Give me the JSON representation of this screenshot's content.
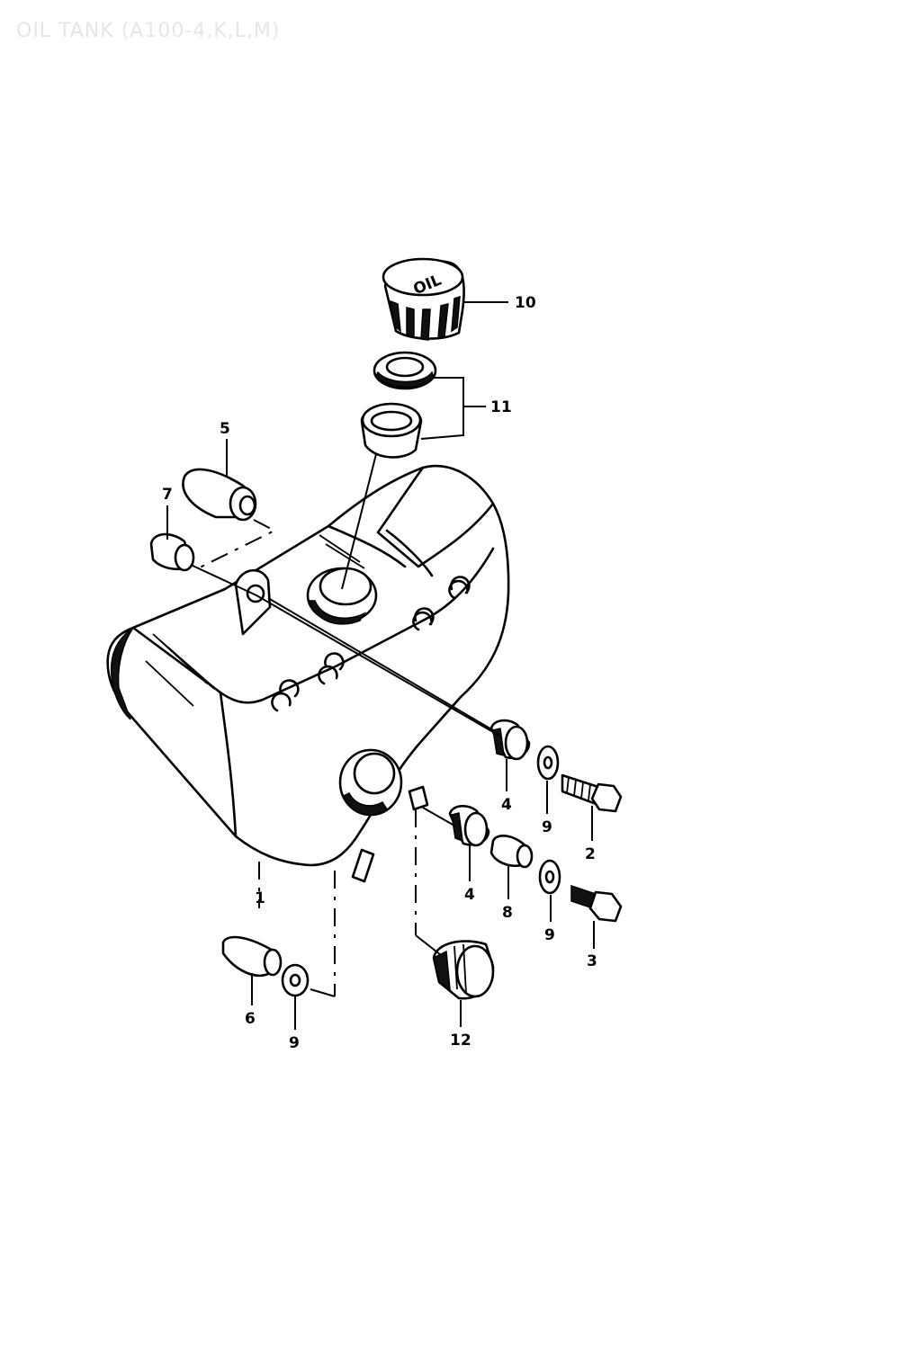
{
  "title": "OIL TANK (A100-4,K,L,M)",
  "cap_lettering": "OIL",
  "callouts": [
    {
      "id": "c1",
      "text": "1"
    },
    {
      "id": "c2",
      "text": "2"
    },
    {
      "id": "c3",
      "text": "3"
    },
    {
      "id": "c4a",
      "text": "4"
    },
    {
      "id": "c4b",
      "text": "4"
    },
    {
      "id": "c5",
      "text": "5"
    },
    {
      "id": "c6",
      "text": "6"
    },
    {
      "id": "c7",
      "text": "7"
    },
    {
      "id": "c8",
      "text": "8"
    },
    {
      "id": "c9a",
      "text": "9"
    },
    {
      "id": "c9b",
      "text": "9"
    },
    {
      "id": "c9c",
      "text": "9"
    },
    {
      "id": "c10",
      "text": "10"
    },
    {
      "id": "c11",
      "text": "11"
    },
    {
      "id": "c12",
      "text": "12"
    }
  ]
}
